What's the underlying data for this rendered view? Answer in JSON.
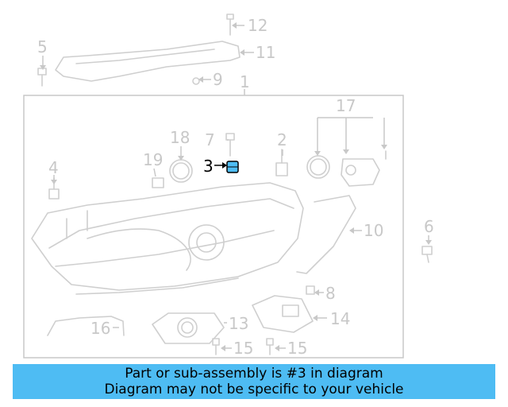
{
  "callouts": {
    "c1": "1",
    "c2": "2",
    "c3": "3",
    "c4": "4",
    "c5": "5",
    "c6": "6",
    "c7": "7",
    "c8": "8",
    "c9": "9",
    "c10": "10",
    "c11": "11",
    "c12": "12",
    "c13": "13",
    "c14": "14",
    "c15a": "15",
    "c15b": "15",
    "c16": "16",
    "c17": "17",
    "c18": "18",
    "c19": "19"
  },
  "highlighted_part": "3",
  "colors": {
    "highlight": "#4ebcf3",
    "part_line": "#cfcfcf",
    "banner": "#4ebcf3"
  },
  "banner": {
    "line1": "Part or sub-assembly is #3 in diagram",
    "line2": "Diagram may not be specific to your vehicle"
  }
}
